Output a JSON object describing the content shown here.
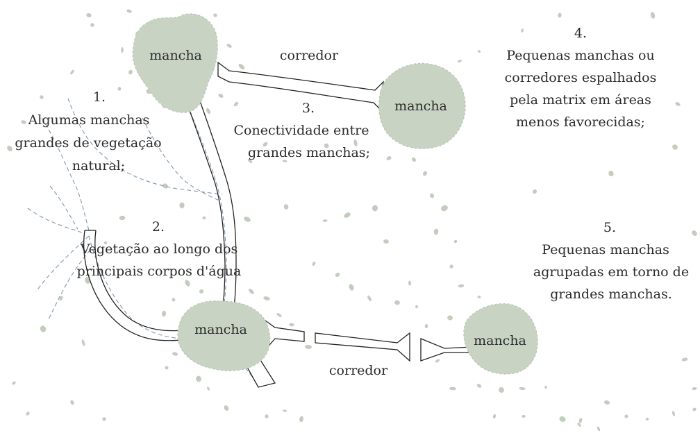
{
  "patch_label": "mancha",
  "corridor_label": "corredor",
  "annotations": {
    "one": {
      "number": "1.",
      "line1": "Algumas manchas",
      "line2": "grandes de vegetação",
      "line3": "natural;"
    },
    "two": {
      "number": "2.",
      "line1": "Vegetação ao longo dos",
      "line2": "principais corpos d'água"
    },
    "three": {
      "number": "3.",
      "line1": "Conectividade entre",
      "line2": "grandes manchas;"
    },
    "four": {
      "number": "4.",
      "line1": "Pequenas manchas ou",
      "line2": "corredores espalhados",
      "line3": "pela matrix em áreas",
      "line4": "menos favorecidas;"
    },
    "five": {
      "number": "5.",
      "line1": "Pequenas manchas",
      "line2": "agrupadas em torno de",
      "line3": "grandes manchas."
    }
  },
  "colors": {
    "patch_fill": "#c9d3c4",
    "river": "#7f97ad",
    "outline": "#222222",
    "text": "#2b2b2b"
  }
}
